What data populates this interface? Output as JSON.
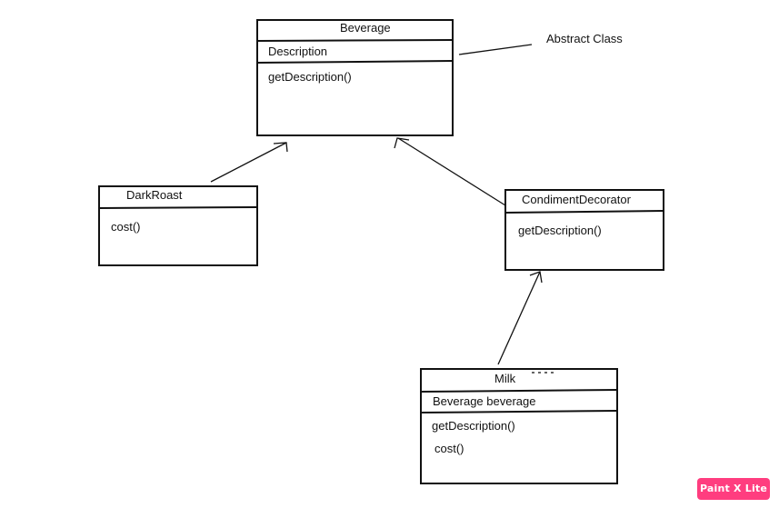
{
  "diagram": {
    "classes": {
      "beverage": {
        "name": "Beverage",
        "fields": [
          "Description"
        ],
        "methods": [
          "getDescription()"
        ]
      },
      "dark_roast": {
        "name": "DarkRoast",
        "methods": [
          "cost()"
        ]
      },
      "condiment_decorator": {
        "name": "CondimentDecorator",
        "methods": [
          "getDescription()"
        ]
      },
      "milk": {
        "name": "Milk",
        "fields": [
          "Beverage beverage"
        ],
        "methods": [
          "getDescription()",
          "cost()"
        ]
      }
    },
    "annotation": "Abstract Class",
    "relations": [
      {
        "from": "DarkRoast",
        "to": "Beverage",
        "type": "generalization"
      },
      {
        "from": "CondimentDecorator",
        "to": "Beverage",
        "type": "generalization"
      },
      {
        "from": "Milk",
        "to": "CondimentDecorator",
        "type": "generalization"
      },
      {
        "from": "Abstract Class",
        "to": "Beverage",
        "type": "annotation-line"
      }
    ]
  },
  "watermark": {
    "text": "Paint X Lite",
    "color": "#ff3d7f"
  }
}
